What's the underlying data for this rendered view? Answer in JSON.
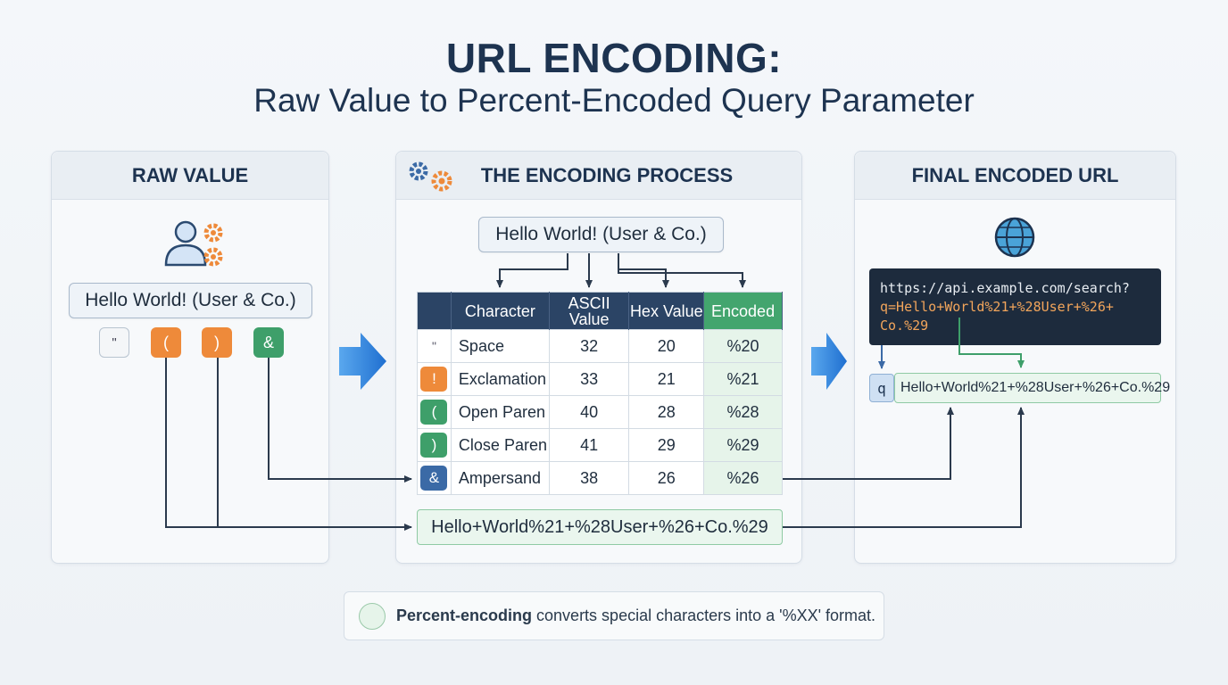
{
  "title": "URL ENCODING:",
  "subtitle": "Raw Value to Percent-Encoded Query Parameter",
  "panels": {
    "raw": {
      "title": "RAW VALUE",
      "value": "Hello World! (User & Co.)"
    },
    "process": {
      "title": "THE ENCODING PROCESS",
      "value": "Hello World! (User & Co.)"
    },
    "final": {
      "title": "FINAL ENCODED URL"
    }
  },
  "chips": [
    "\"",
    "(",
    ")",
    "&"
  ],
  "table": {
    "headers": [
      "Character",
      "ASCII Value",
      "Hex Value",
      "Encoded"
    ],
    "rows": [
      {
        "sym": "\"",
        "name": "Space",
        "ascii": "32",
        "hex": "20",
        "code": "%20"
      },
      {
        "sym": "!",
        "name": "Exclamation",
        "ascii": "33",
        "hex": "21",
        "code": "%21"
      },
      {
        "sym": "(",
        "name": "Open Paren",
        "ascii": "40",
        "hex": "28",
        "code": "%28"
      },
      {
        "sym": ")",
        "name": "Close Paren",
        "ascii": "41",
        "hex": "29",
        "code": "%29"
      },
      {
        "sym": "&",
        "name": "Ampersand",
        "ascii": "38",
        "hex": "26",
        "code": "%26"
      }
    ]
  },
  "encoded_result": "Hello+World%21+%28User+%26+Co.%29",
  "url": {
    "line1": "https://api.example.com/search?",
    "param_key": "q",
    "line2_value": "=Hello+World%21+%28User+%26+",
    "line3": "Co.%29"
  },
  "param": {
    "key": "q",
    "value": "Hello+World%21+%28User+%26+Co.%29"
  },
  "note": {
    "bold": "Percent-encoding",
    "rest": " converts special characters into a '%XX' format."
  },
  "colors": {
    "navy": "#1d3350",
    "orange": "#ee8a3a",
    "green": "#3e9f6a",
    "blue": "#3b6aa6",
    "arrow": "#2f7fd6"
  }
}
